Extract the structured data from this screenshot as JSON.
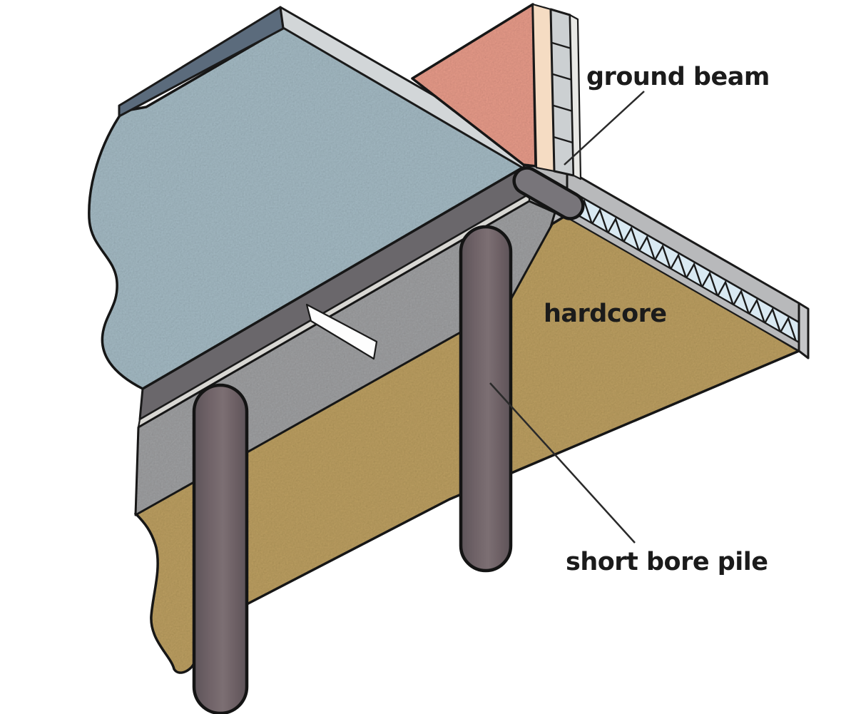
{
  "diagram": {
    "subject": "short bored pile and ground beam foundation",
    "labels": {
      "ground_beam": "ground beam",
      "hardcore": "hardcore",
      "short_bore_pile": "short bore pile"
    },
    "colors": {
      "background": "#ffffff",
      "slab_top": "#a9c0ca",
      "slab_back_edge_dark": "#5b6b7c",
      "slab_back_edge_light": "#d2d6d8",
      "slab_front_edge": "#6a676b",
      "membrane_strip": "#d8d7d3",
      "beam_face": "#a4a5a7",
      "beam_top": "#b8b9bb",
      "wedge_highlight": "#fdfdfd",
      "hardcore_tan": "#c2a464",
      "pile": "#6f6267",
      "wall_pink": "#efa08e",
      "wall_cream": "#f5dcc3",
      "wall_block": "#ccd0d2",
      "wall_block_edge": "#e8e8e5",
      "insulation_strip": "#d9e9f2",
      "strip_end": "#c5c6c8",
      "dpc_capsule": "#78757a",
      "outline": "#1a1a1a",
      "label_text": "#1b1b1b"
    }
  }
}
